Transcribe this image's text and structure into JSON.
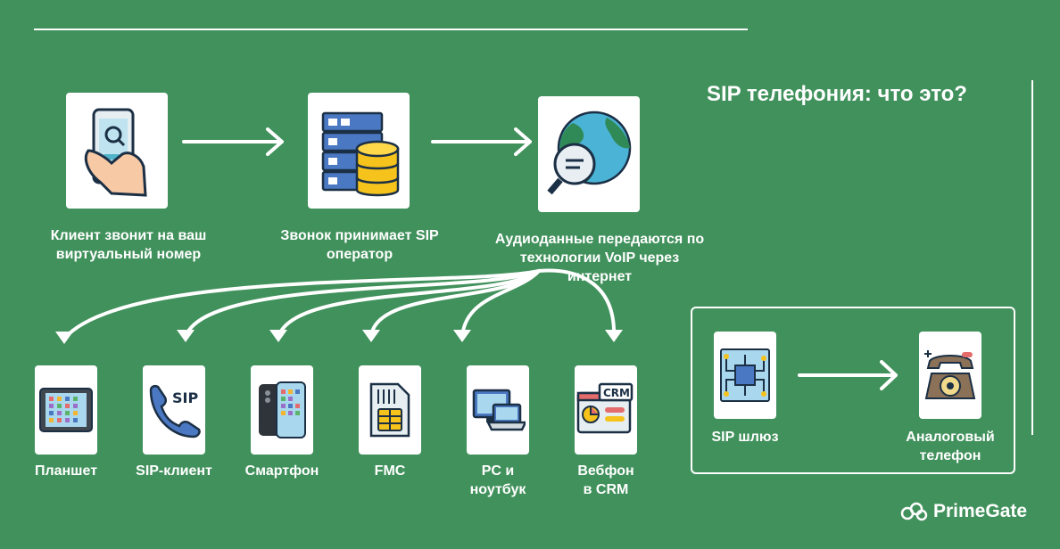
{
  "title": "SIP телефония: что это?",
  "flow": {
    "step1_label": "Клиент звонит на ваш виртуальный номер",
    "step2_label": "Звонок принимает SIP оператор",
    "step3_label": "Аудиоданные передаются по технологии VoIP через интернет"
  },
  "devices": {
    "tablet": "Планшет",
    "sip_client": "SIP-клиент",
    "smartphone": "Смартфон",
    "fmc": "FMC",
    "pc_line1": "PC и",
    "pc_line2": "ноутбук",
    "webphone_line1": "Вебфон",
    "webphone_line2": "в CRM"
  },
  "gateway": {
    "gateway_label": "SIP шлюз",
    "analog_line1": "Аналоговый",
    "analog_line2": "телефон"
  },
  "icon_text": {
    "sip": "SIP",
    "crm": "CRM"
  },
  "logo": {
    "name": "PrimeGate"
  }
}
